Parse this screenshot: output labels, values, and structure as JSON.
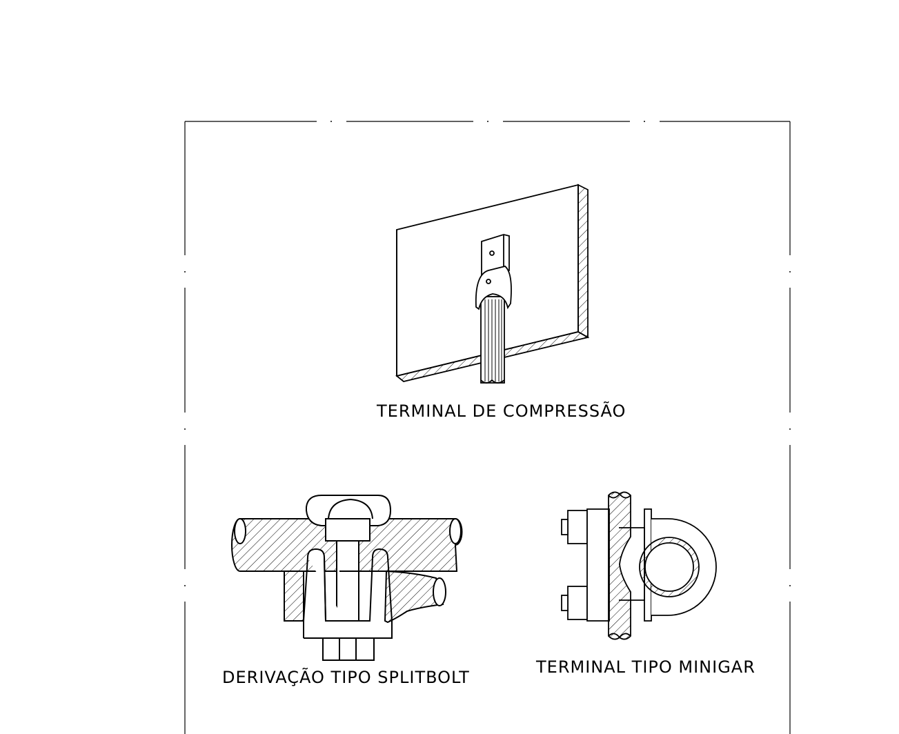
{
  "drawing": {
    "labels": {
      "compression_terminal": "TERMINAL DE COMPRESSÃO",
      "splitbolt": "DERIVAÇÃO TIPO SPLITBOLT",
      "minigar": "TERMINAL TIPO MINIGAR"
    },
    "colors": {
      "line": "#000000",
      "background": "#ffffff"
    }
  }
}
